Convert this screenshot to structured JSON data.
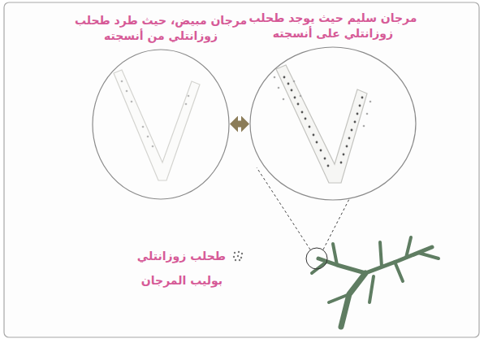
{
  "diagram": {
    "nodes": [
      {
        "text": [
          "مرجان سليم حيث يوجد طحلب زوزانتلي على أنسجته"
        ]
      },
      {
        "text": [
          "مرجان مبيض، حيث طرد طحلب زوزانتلي من أنسجته"
        ]
      }
    ],
    "edges": [
      {
        "from": 0,
        "to": 1,
        "arrow": "both"
      }
    ],
    "labels": [
      "بوليب المرجان"
    ],
    "legend": [
      {
        "text": "طحلب زوزانتلي"
      }
    ]
  }
}
